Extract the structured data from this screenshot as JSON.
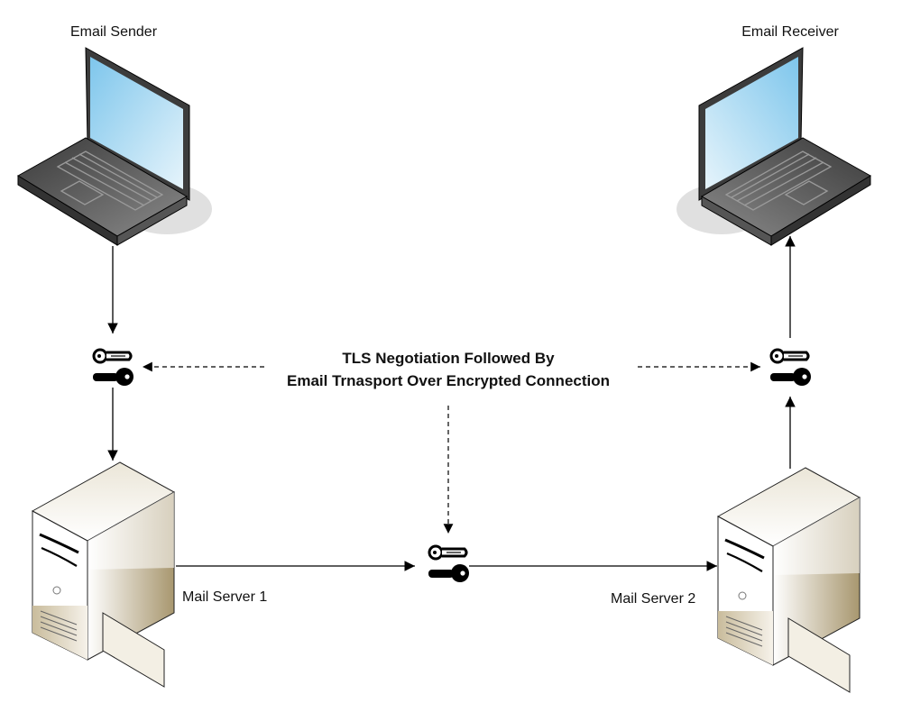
{
  "labels": {
    "sender": "Email Sender",
    "receiver": "Email Receiver",
    "server1": "Mail Server 1",
    "server2": "Mail Server 2",
    "tls_line1": "TLS Negotiation Followed By",
    "tls_line2": "Email Trnasport Over Encrypted Connection"
  },
  "icons": {
    "sender": "laptop-icon",
    "receiver": "laptop-icon",
    "servers": "server-tower-icon",
    "encryption": "key-pair-icon"
  },
  "colors": {
    "screen": "#8fd0ee",
    "laptop_body": "#4a4a4a",
    "server_shade": "#b5a584",
    "line": "#000000"
  }
}
